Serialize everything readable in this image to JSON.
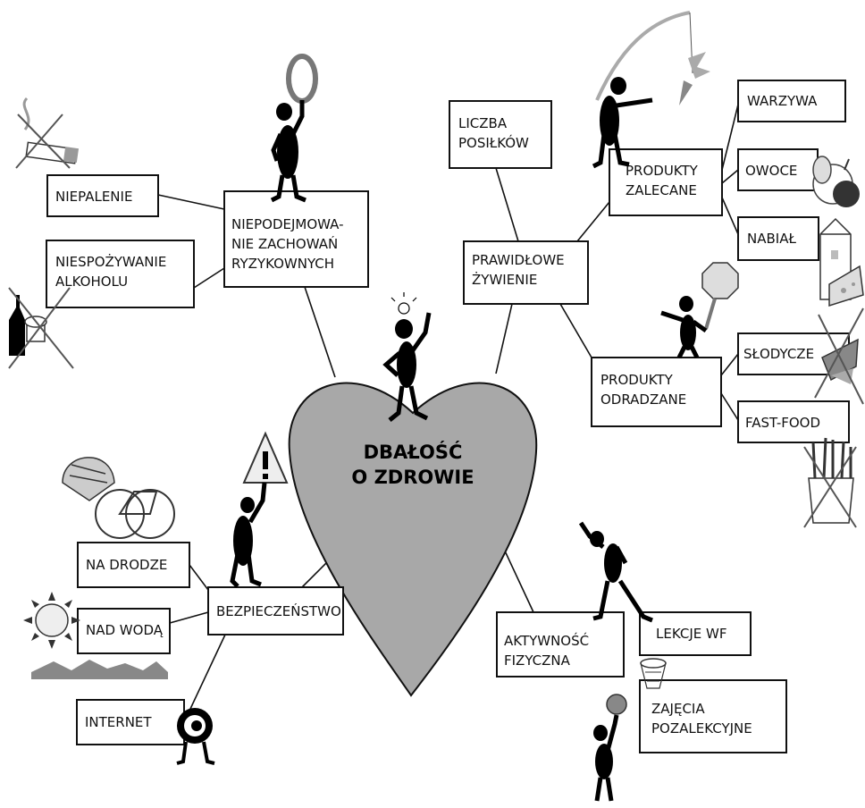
{
  "center": {
    "line1": "DBAŁOŚĆ",
    "line2": "O ZDROWIE"
  },
  "nodes": {
    "risk": [
      "NIEPODEJMOWA-",
      "NIE ZACHOWAŃ",
      "RYZYKOWNYCH"
    ],
    "nosmoke": [
      "NIEPALENIE"
    ],
    "noalcohol": [
      "NIESPOŻYWANIE",
      "ALKOHOLU"
    ],
    "nutrition": [
      "PRAWIDŁOWE",
      "ŻYWIENIE"
    ],
    "meals": [
      "LICZBA",
      "POSIŁKÓW"
    ],
    "recommended": [
      "PRODUKTY",
      "ZALECANE"
    ],
    "veg": [
      "WARZYWA"
    ],
    "fruit": [
      "OWOCE"
    ],
    "dairy": [
      "NABIAŁ"
    ],
    "discouraged": [
      "PRODUKTY",
      "ODRADZANE"
    ],
    "sweets": [
      "SŁODYCZE"
    ],
    "fastfood": [
      "FAST-FOOD"
    ],
    "safety": [
      "BEZPIECZEŃSTWO"
    ],
    "road": [
      "NA DRODZE"
    ],
    "water": [
      "NAD WODĄ"
    ],
    "internet": [
      "INTERNET"
    ],
    "activity": [
      "AKTYWNOŚĆ",
      "FIZYCZNA"
    ],
    "pe": [
      "LEKCJE WF"
    ],
    "extra": [
      "ZAJĘCIA",
      "POZALEKCYJNE"
    ]
  },
  "colors": {
    "heart": "#a8a8a8",
    "stroke": "#111111",
    "background": "#ffffff"
  },
  "icons": [
    "crossed-cigarette-icon",
    "crossed-bottle-icon",
    "hoop-figure-icon",
    "thinking-figure-icon",
    "fishing-figure-icon",
    "fruit-icon",
    "milk-cheese-icon",
    "stop-sign-figure-icon",
    "crossed-candy-icon",
    "crossed-fries-icon",
    "helmet-bicycle-icon",
    "sun-icon",
    "wave-icon",
    "warning-figure-icon",
    "at-sign-figure-icon",
    "stretching-figure-icon",
    "basketball-hoop-icon",
    "basketball-player-icon"
  ]
}
